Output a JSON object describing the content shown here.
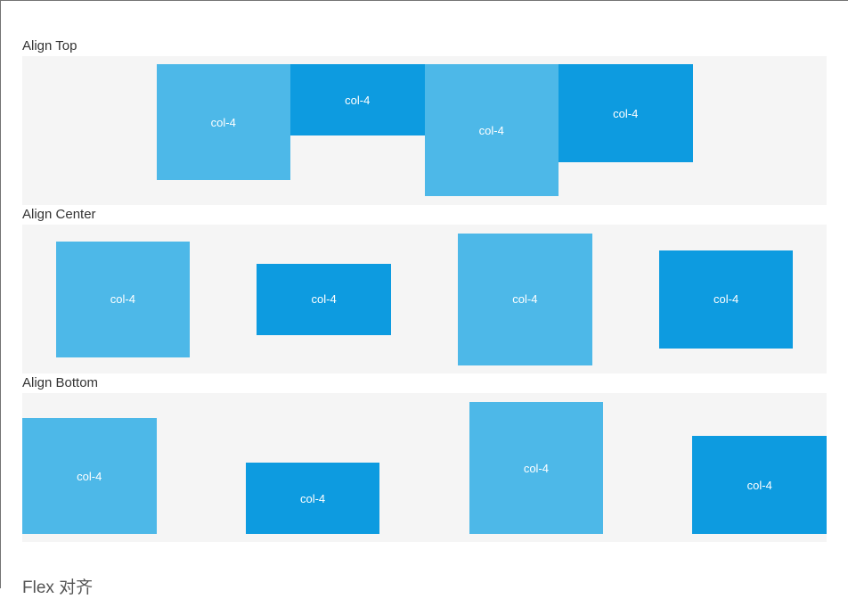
{
  "colors": {
    "light_blue": "#4db8e8",
    "dark_blue": "#0d9be0",
    "container_bg": "#f5f5f5",
    "heading_text": "#333333"
  },
  "sections": [
    {
      "heading": "Align Top",
      "alignment": "flex-start",
      "justify": "center",
      "boxes": [
        {
          "label": "col-4",
          "variant": "light"
        },
        {
          "label": "col-4",
          "variant": "dark"
        },
        {
          "label": "col-4",
          "variant": "light"
        },
        {
          "label": "col-4",
          "variant": "dark"
        }
      ]
    },
    {
      "heading": "Align Center",
      "alignment": "center",
      "justify": "space-around",
      "boxes": [
        {
          "label": "col-4",
          "variant": "light"
        },
        {
          "label": "col-4",
          "variant": "dark"
        },
        {
          "label": "col-4",
          "variant": "light"
        },
        {
          "label": "col-4",
          "variant": "dark"
        }
      ]
    },
    {
      "heading": "Align Bottom",
      "alignment": "flex-end",
      "justify": "space-between",
      "boxes": [
        {
          "label": "col-4",
          "variant": "light"
        },
        {
          "label": "col-4",
          "variant": "dark"
        },
        {
          "label": "col-4",
          "variant": "light"
        },
        {
          "label": "col-4",
          "variant": "dark"
        }
      ]
    }
  ],
  "footer_heading": "Flex 对齐"
}
